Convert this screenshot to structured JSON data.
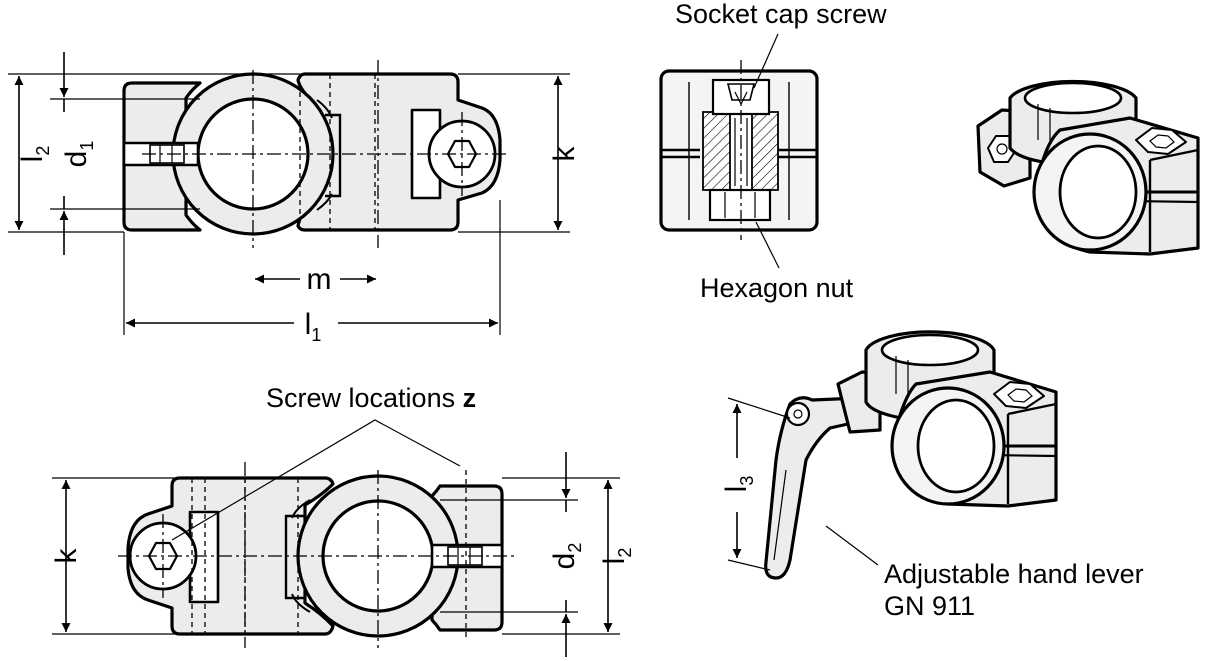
{
  "labels": {
    "socket_cap_screw": "Socket cap screw",
    "hexagon_nut": "Hexagon nut",
    "screw_locations_prefix": "Screw locations ",
    "screw_locations_var": "z",
    "hand_lever_line1": "Adjustable hand lever",
    "hand_lever_line2": "GN 911"
  },
  "dimensions": {
    "l2_top": {
      "main": "l",
      "sub": "2"
    },
    "d1": {
      "main": "d",
      "sub": "1"
    },
    "k_top": {
      "main": "k"
    },
    "m": {
      "main": "m"
    },
    "l1": {
      "main": "l",
      "sub": "1"
    },
    "k_bottom": {
      "main": "k"
    },
    "d2": {
      "main": "d",
      "sub": "2"
    },
    "l2_bottom": {
      "main": "l",
      "sub": "2"
    },
    "l3": {
      "main": "l",
      "sub": "3"
    }
  },
  "colors": {
    "line": "#000000",
    "part_fill": "#ececec",
    "background": "#ffffff"
  }
}
